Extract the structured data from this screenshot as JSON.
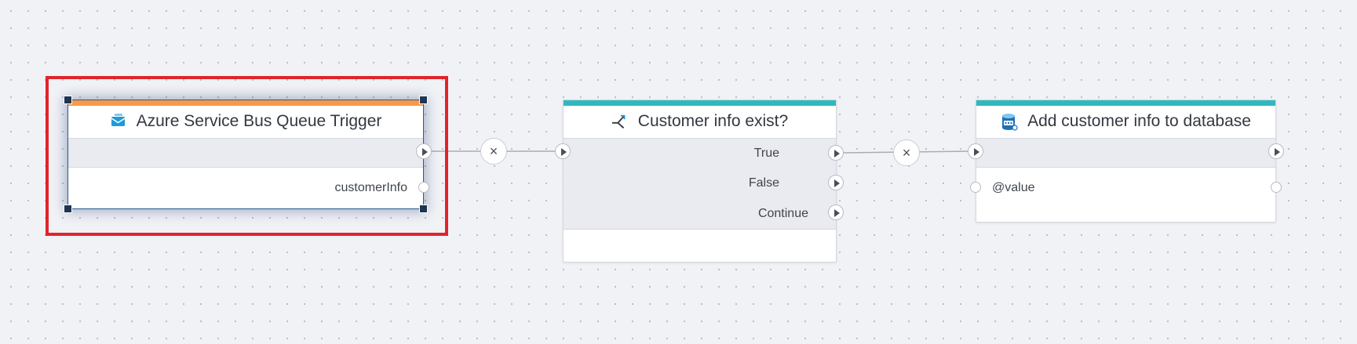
{
  "nodes": {
    "trigger": {
      "title": "Azure Service Bus Queue Trigger",
      "output": "customerInfo",
      "accent": "#f59a4a",
      "icon": "service-bus-icon"
    },
    "condition": {
      "title": "Customer info exist?",
      "branches": [
        "True",
        "False",
        "Continue"
      ],
      "accent": "#2fb9bd",
      "icon": "branch-icon"
    },
    "database": {
      "title": "Add customer info to database",
      "input": "@value",
      "accent": "#2fb9bd",
      "icon": "sql-database-icon"
    }
  },
  "connectors": {
    "remove_symbol": "×"
  },
  "colors": {
    "selection_frame": "#e0242c",
    "selected_border": "#2b5b8f",
    "handle": "#1e3554"
  }
}
